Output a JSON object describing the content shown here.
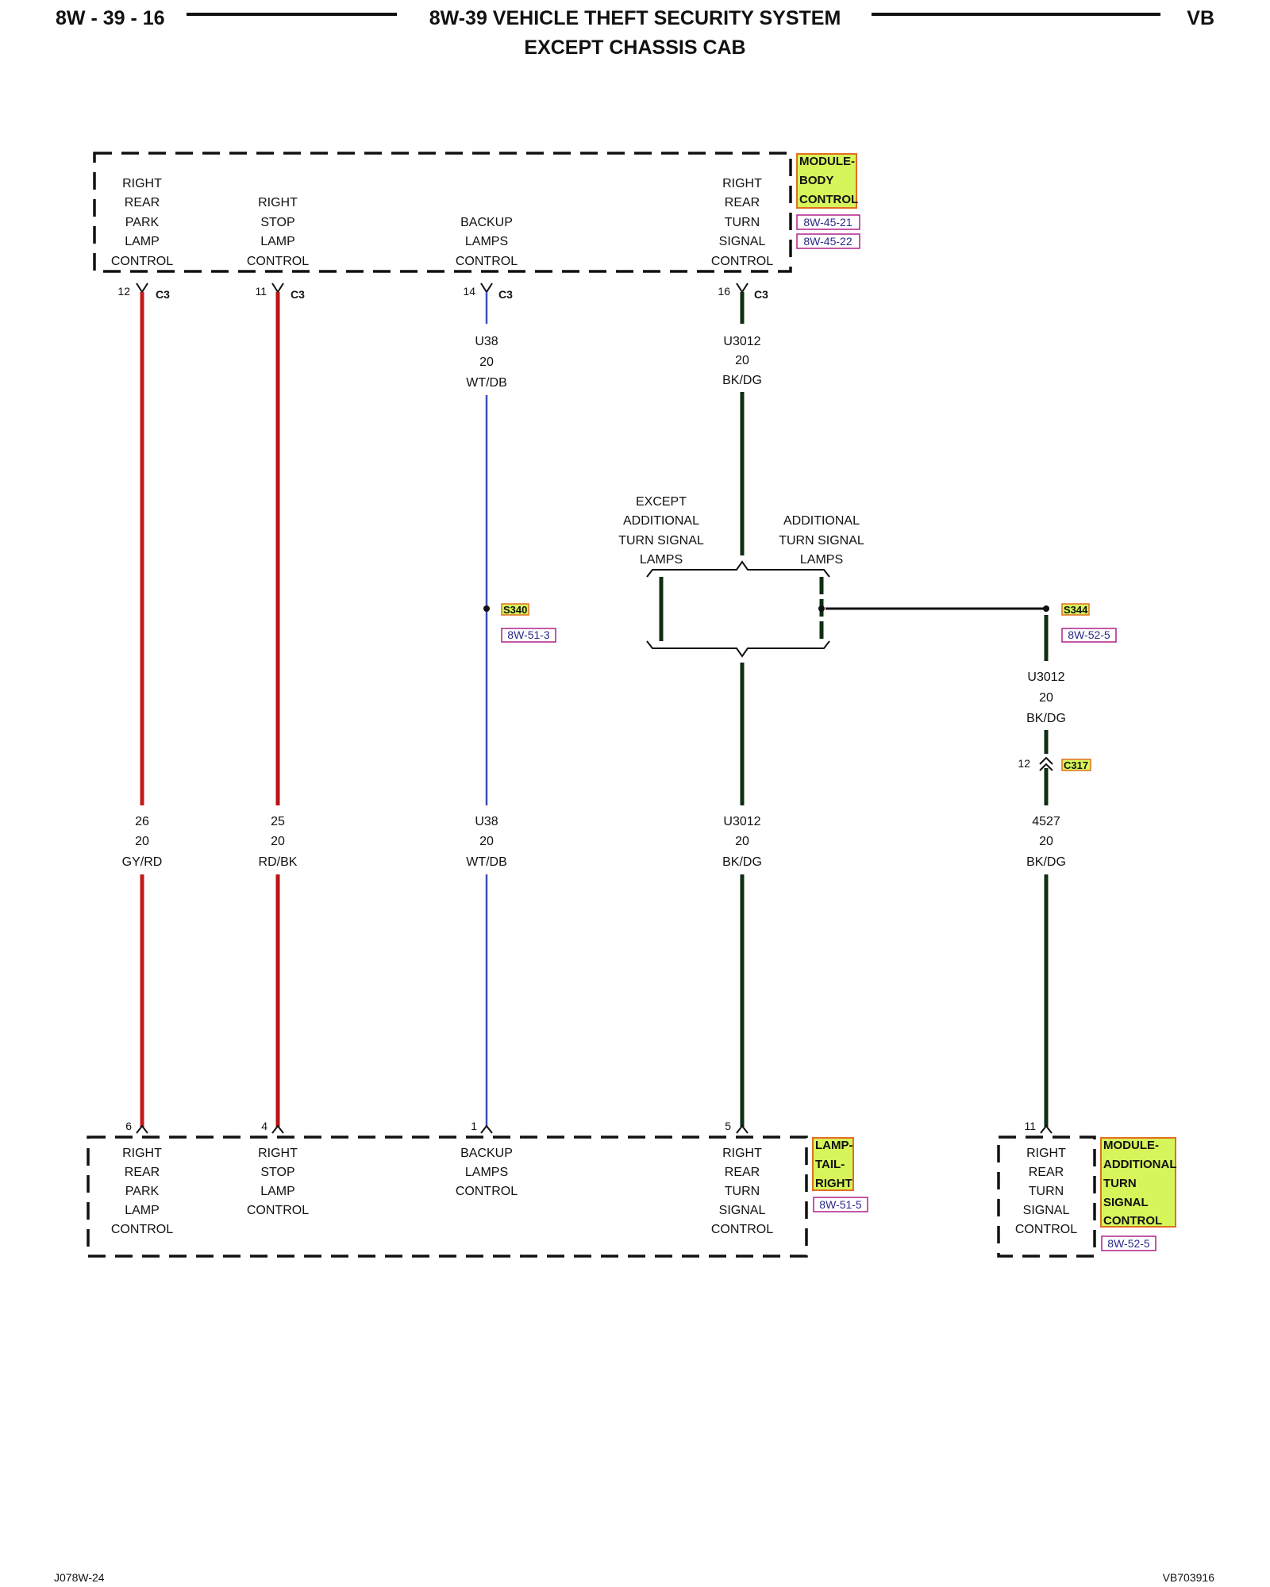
{
  "header": {
    "page_code": "8W - 39 - 16",
    "title": "8W-39 VEHICLE THEFT SECURITY SYSTEM",
    "subtitle": "EXCEPT CHASSIS CAB",
    "vehicle": "VB"
  },
  "body_module": {
    "name_lines": [
      "MODULE-",
      "BODY",
      "CONTROL"
    ],
    "refs": [
      "8W-45-21",
      "8W-45-22"
    ],
    "functions": [
      [
        "RIGHT",
        "REAR",
        "PARK",
        "LAMP",
        "CONTROL"
      ],
      [
        "RIGHT",
        "STOP",
        "LAMP",
        "CONTROL"
      ],
      [
        "BACKUP",
        "LAMPS",
        "CONTROL"
      ],
      [
        "RIGHT",
        "REAR",
        "TURN",
        "SIGNAL",
        "CONTROL"
      ]
    ]
  },
  "wires": [
    {
      "pin_top": "12",
      "connector_top": "C3",
      "top_label": null,
      "bottom_label": [
        "26",
        "20",
        "GY/RD"
      ],
      "pin_bottom": "6",
      "color": "#c41a1a"
    },
    {
      "pin_top": "11",
      "connector_top": "C3",
      "top_label": null,
      "bottom_label": [
        "25",
        "20",
        "RD/BK"
      ],
      "pin_bottom": "4",
      "color": "#b81414"
    },
    {
      "pin_top": "14",
      "connector_top": "C3",
      "top_label": [
        "U38",
        "20",
        "WT/DB"
      ],
      "bottom_label": [
        "U38",
        "20",
        "WT/DB"
      ],
      "pin_bottom": "1",
      "color": "#3a4fb8"
    },
    {
      "pin_top": "16",
      "connector_top": "C3",
      "top_label": [
        "U3012",
        "20",
        "BK/DG"
      ],
      "bottom_label": [
        "U3012",
        "20",
        "BK/DG"
      ],
      "pin_bottom": "5",
      "color": "#0f2e12"
    }
  ],
  "splices": {
    "s340": {
      "name": "S340",
      "ref": "8W-51-3"
    },
    "s344": {
      "name": "S344",
      "ref": "8W-52-5"
    }
  },
  "option_labels": {
    "except": [
      "EXCEPT",
      "ADDITIONAL",
      "TURN SIGNAL",
      "LAMPS"
    ],
    "additional": [
      "ADDITIONAL",
      "TURN SIGNAL",
      "LAMPS"
    ]
  },
  "branch_wire": {
    "top_label": [
      "U3012",
      "20",
      "BK/DG"
    ],
    "connector": {
      "name": "C317",
      "pin": "12"
    },
    "bottom_label": [
      "4527",
      "20",
      "BK/DG"
    ],
    "pin_bottom": "11",
    "color": "#0f2e12"
  },
  "tail_lamp": {
    "name_lines": [
      "LAMP-",
      "TAIL-",
      "RIGHT"
    ],
    "ref": "8W-51-5",
    "functions": [
      [
        "RIGHT",
        "REAR",
        "PARK",
        "LAMP",
        "CONTROL"
      ],
      [
        "RIGHT",
        "STOP",
        "LAMP",
        "CONTROL"
      ],
      [
        "BACKUP",
        "LAMPS",
        "CONTROL"
      ],
      [
        "RIGHT",
        "REAR",
        "TURN",
        "SIGNAL",
        "CONTROL"
      ]
    ]
  },
  "turn_module": {
    "name_lines": [
      "MODULE-",
      "ADDITIONAL",
      "TURN",
      "SIGNAL",
      "CONTROL"
    ],
    "ref": "8W-52-5",
    "functions": [
      "RIGHT",
      "REAR",
      "TURN",
      "SIGNAL",
      "CONTROL"
    ]
  },
  "footer": {
    "left": "J078W-24",
    "right": "VB703916"
  },
  "colors": {
    "tag_fill": "#d6f55a",
    "tag_border": "#e07020",
    "ref_border": "#b0208a",
    "wire_red": "#c41a1a",
    "wire_blue": "#3a4fb8",
    "wire_green": "#0f2e12"
  }
}
